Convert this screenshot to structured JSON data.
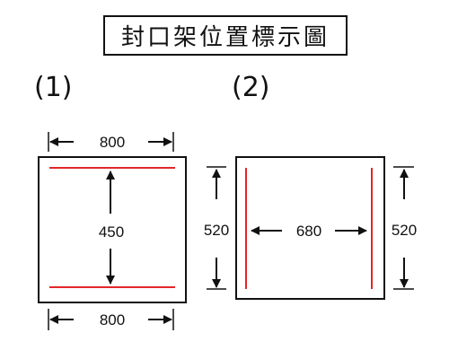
{
  "title": "封口架位置標示圖",
  "diagram1": {
    "label": "(1)",
    "width_top": "800",
    "width_bottom": "800",
    "inner_height": "450"
  },
  "diagram2": {
    "label": "(2)",
    "height_left": "520",
    "height_right": "520",
    "inner_width": "680"
  },
  "colors": {
    "frame": "#111111",
    "rail": "#e2262a"
  }
}
